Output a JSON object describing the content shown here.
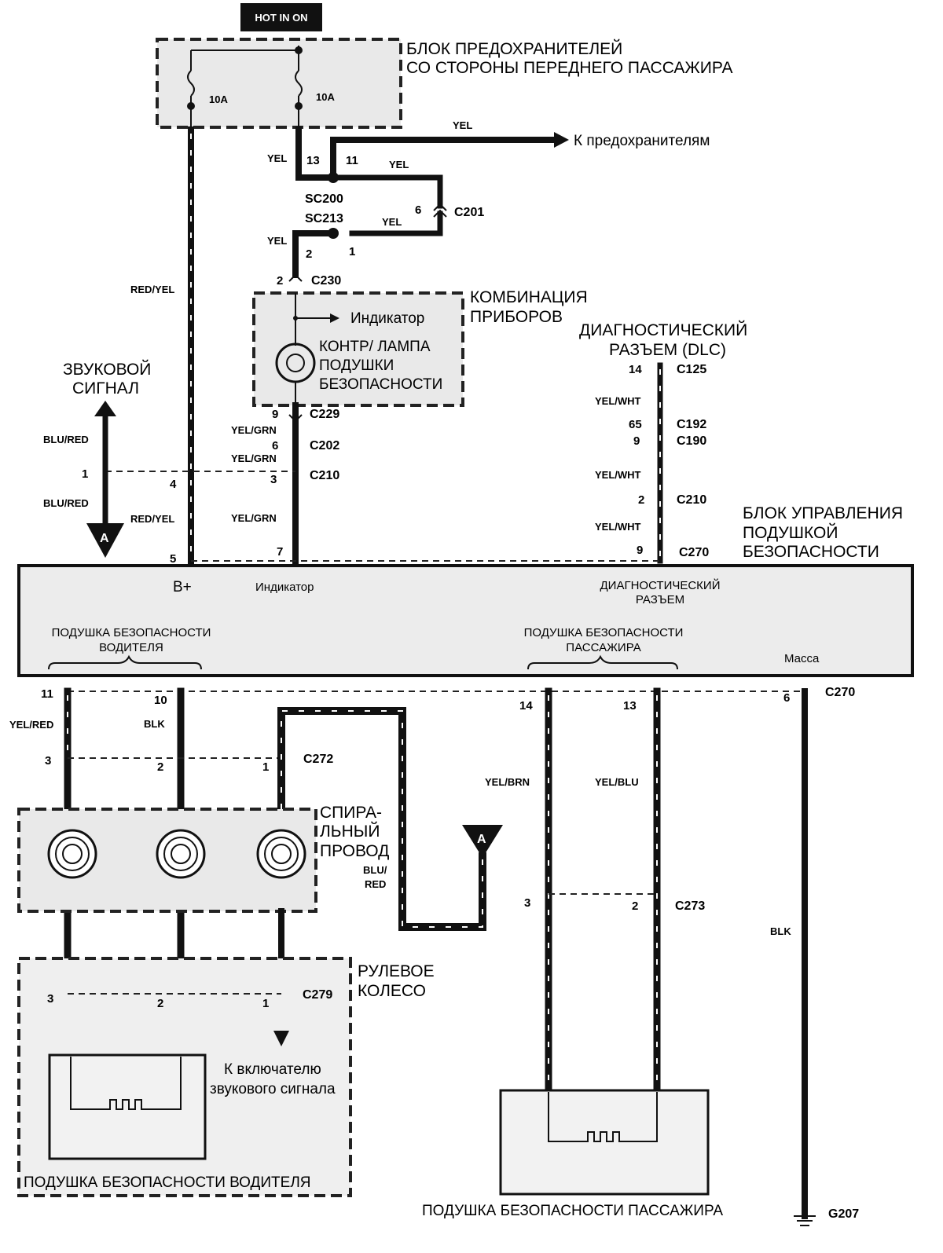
{
  "header": {
    "hot_label": "HOT IN ON"
  },
  "fuse_block": {
    "title_line1": "БЛОК ПРЕДОХРАНИТЕЛЕЙ",
    "title_line2": "СО СТОРОНЫ ПЕРЕДНЕГО ПАССАЖИРА",
    "fuse_left": "10A",
    "fuse_right": "10A"
  },
  "feeds": {
    "to_fuses": "К предохранителям"
  },
  "splices": {
    "sc200": "SC200",
    "sc213": "SC213"
  },
  "connectors": {
    "c201": "C201",
    "c230": "C230",
    "c229": "C229",
    "c202": "C202",
    "c210": "C210",
    "c125": "C125",
    "c192": "C192",
    "c190": "C190",
    "c270": "C270",
    "c272": "C272",
    "c273": "C273",
    "c279": "C279",
    "g207": "G207"
  },
  "wire_colors": {
    "yel": "YEL",
    "red_yel": "RED/YEL",
    "yel_grn": "YEL/GRN",
    "blu_red": "BLU/RED",
    "blu": "BLU/",
    "red": "RED",
    "yel_wht": "YEL/WHT",
    "yel_red": "YEL/RED",
    "blk": "BLK",
    "yel_brn": "YEL/BRN",
    "yel_blu": "YEL/BLU"
  },
  "pins": {
    "p13": "13",
    "p11": "11",
    "p6": "6",
    "p2": "2",
    "p1": "1",
    "p9": "9",
    "p3": "3",
    "p4": "4",
    "p5": "5",
    "p7": "7",
    "p14": "14",
    "p65": "65",
    "p10": "10"
  },
  "cluster": {
    "title_line1": "КОМБИНАЦИЯ",
    "title_line2": "ПРИБОРОВ",
    "indicator": "Индикатор",
    "lamp_line1": "КОНТР/ ЛАМПА",
    "lamp_line2": "ПОДУШКИ",
    "lamp_line3": "БЕЗОПАСНОСТИ"
  },
  "dlc": {
    "title_line1": "ДИАГНОСТИЧЕСКИЙ",
    "title_line2": "РАЗЪЕМ (DLC)"
  },
  "horn": {
    "title_line1": "ЗВУКОВОЙ",
    "title_line2": "СИГНАЛ",
    "ref": "A"
  },
  "module": {
    "title_line1": "БЛОК УПРАВЛЕНИЯ",
    "title_line2": "ПОДУШКОЙ",
    "title_line3": "БЕЗОПАСНОСТИ",
    "b_plus": "B+",
    "indicator": "Индикатор",
    "diag_line1": "ДИАГНОСТИЧЕСКИЙ",
    "diag_line2": "РАЗЪЕМ",
    "drv_line1": "ПОДУШКА БЕЗОПАСНОСТИ",
    "drv_line2": "ВОДИТЕЛЯ",
    "pass_line1": "ПОДУШКА БЕЗОПАСНОСТИ",
    "pass_line2": "ПАССАЖИРА",
    "ground": "Масса"
  },
  "clockspring": {
    "line1": "СПИРА-",
    "line2": "ЛЬНЫЙ",
    "line3": "ПРОВОД"
  },
  "wheel": {
    "line1": "РУЛЕВОЕ",
    "line2": "КОЛЕСО"
  },
  "horn_switch": {
    "line1": "К включателю",
    "line2": "звукового сигнала"
  },
  "driver_airbag": "ПОДУШКА БЕЗОПАСНОСТИ ВОДИТЕЛЯ",
  "passenger_airbag": "ПОДУШКА БЕЗОПАСНОСТИ ПАССАЖИРА"
}
